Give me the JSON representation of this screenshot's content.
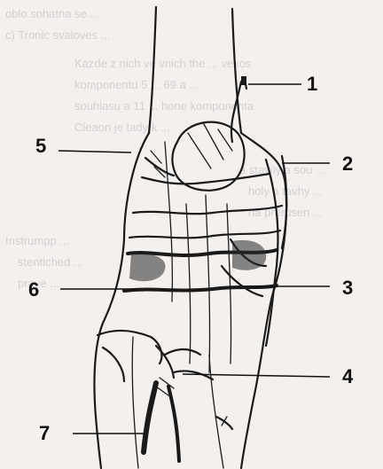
{
  "figure": {
    "kind": "anatomical line drawing of a knee joint with numbered labels",
    "callouts": [
      {
        "id": "1",
        "label": "1"
      },
      {
        "id": "2",
        "label": "2"
      },
      {
        "id": "3",
        "label": "3"
      },
      {
        "id": "4",
        "label": "4"
      },
      {
        "id": "5",
        "label": "5"
      },
      {
        "id": "6",
        "label": "6"
      },
      {
        "id": "7",
        "label": "7"
      }
    ]
  },
  "bleed_through_text": [
    "oblo sohatna se ... ",
    "c) Tronic svaloves ... ",
    "Kazde z nich ve vnich the ... vekos",
    "komponentu 5 ... 69 a ... ",
    "souhlasu a 11 ... hone komponenta",
    "Cleaon je tady k ...",
    "a stavily a sou ...",
    "holy a tavhy ...",
    "na prerusen ...",
    "Instrumpp ...",
    "stentiched ...",
    "prave ..."
  ]
}
